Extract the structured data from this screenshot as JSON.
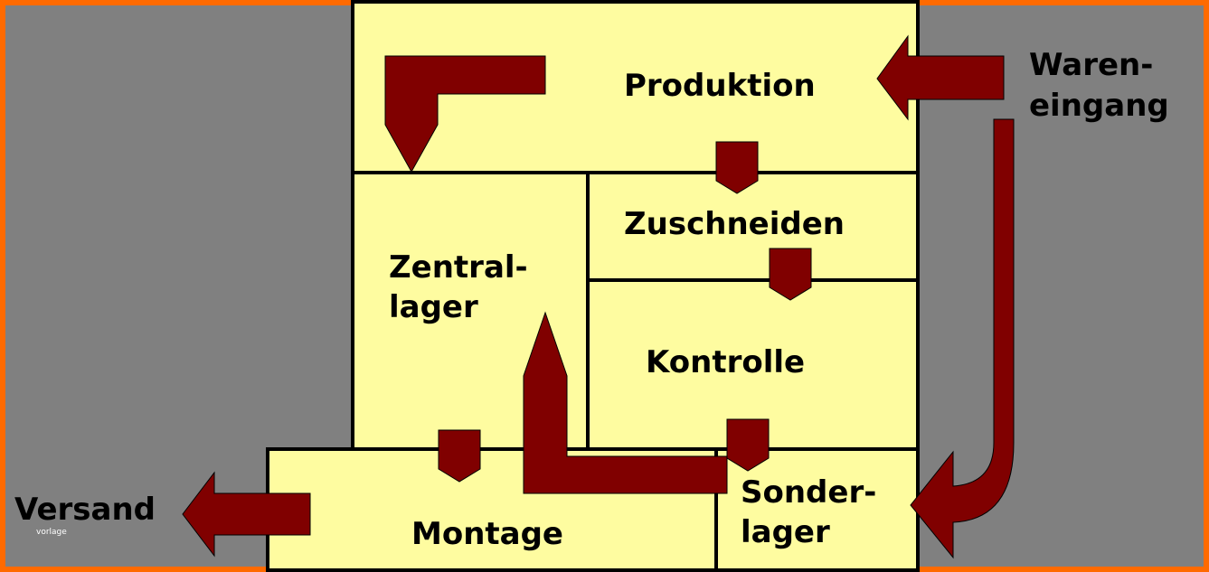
{
  "rooms": {
    "produktion": "Produktion",
    "zuschneiden": "Zuschneiden",
    "zentrallager_1": "Zentral-",
    "zentrallager_2": "lager",
    "kontrolle": "Kontrolle",
    "montage": "Montage",
    "sonderlager_1": "Sonder-",
    "sonderlager_2": "lager"
  },
  "outside": {
    "wareneingang_1": "Waren-",
    "wareneingang_2": "eingang",
    "versand": "Versand",
    "watermark": "vorlage"
  },
  "colors": {
    "frame": "#ff6a00",
    "outside": "#808080",
    "room": "#fefca0",
    "arrow": "#800000"
  }
}
